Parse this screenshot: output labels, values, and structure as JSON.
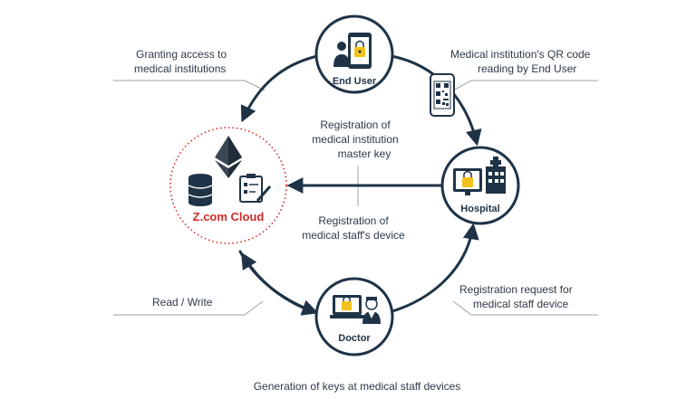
{
  "nodes": {
    "end_user": "End User",
    "hospital": "Hospital",
    "doctor": "Doctor",
    "cloud": "Z.com Cloud"
  },
  "labels": {
    "granting_line1": "Granting access to",
    "granting_line2": "medical institutions",
    "qr_line1": "Medical institution's QR code",
    "qr_line2": "reading by End User",
    "reg_master_line1": "Registration of",
    "reg_master_line2": "medical institution",
    "reg_master_line3": "master key",
    "reg_staff_line1": "Registration of",
    "reg_staff_line2": "medical staff's device",
    "read_write": "Read / Write",
    "reg_request_line1": "Registration request for",
    "reg_request_line2": "medical staff device",
    "generation": "Generation of keys at medical staff devices"
  },
  "colors": {
    "navy": "#1f3347",
    "cloud_red": "#d22a2a",
    "lock_yellow": "#f2c21b",
    "line_gray": "#9aa3ab"
  }
}
